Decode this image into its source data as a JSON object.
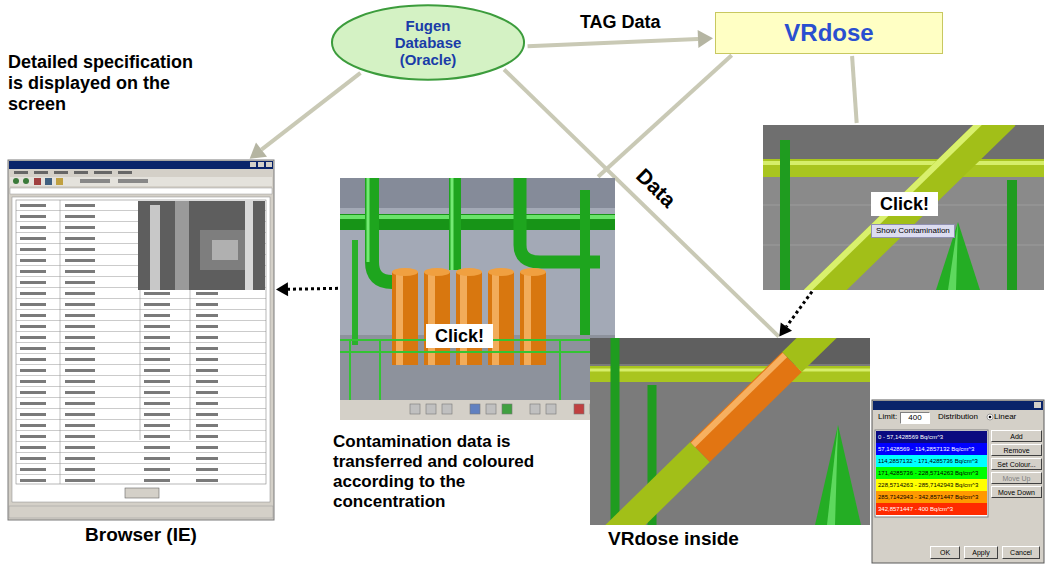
{
  "diagram": {
    "nodes": [
      {
        "text": [
          "Fugen Database (Oracle)"
        ]
      },
      {
        "text": [
          "VRdose"
        ]
      },
      {
        "text": [
          "Browser (IE)"
        ]
      },
      {
        "text": [
          "Click!"
        ]
      },
      {
        "text": [
          "Click!",
          "Show Contamination"
        ]
      },
      {
        "text": [
          "VRdose inside"
        ]
      },
      {
        "text": [
          "Limit:",
          "Distribution",
          "Linear"
        ]
      },
      {
        "text": [
          "400"
        ],
        "in": 6
      },
      {
        "text": [
          "Add"
        ],
        "in": 6
      },
      {
        "text": [
          "Remove"
        ],
        "in": 6
      },
      {
        "text": [
          "Set Colour..."
        ],
        "in": 6
      },
      {
        "text": [
          "Move Up"
        ],
        "in": 6
      },
      {
        "text": [
          "Move Down"
        ],
        "in": 6
      },
      {
        "text": [
          "OK"
        ],
        "in": 6
      },
      {
        "text": [
          "Apply"
        ],
        "in": 6
      },
      {
        "text": [
          "Cancel"
        ],
        "in": 6
      }
    ],
    "edges": [
      {
        "from": 0,
        "to": 1,
        "label": "TAG Data",
        "arrow": "to"
      },
      {
        "from": 0,
        "to": 2,
        "arrow": "to"
      },
      {
        "from": 0,
        "to": 5,
        "label": "Data",
        "arrow": "none"
      },
      {
        "from": 1,
        "to": 3,
        "arrow": "none"
      },
      {
        "from": 1,
        "to": 4,
        "arrow": "none"
      },
      {
        "from": 3,
        "to": 2,
        "arrow": "to"
      },
      {
        "from": 4,
        "to": 5,
        "arrow": "to"
      }
    ],
    "labels": [
      "Detailed specification is displayed on the screen",
      "Contamination data is transferred and coloured according to the concentration"
    ],
    "legend": [
      {
        "text": "0 - 57,1428569 Bq/cm^3",
        "color": "#0a0a80"
      },
      {
        "text": "57,1428569 - 114,2857132 Bq/cm^3",
        "color": "#0000ff"
      },
      {
        "text": "114,2857132 - 171,4285736 Bq/cm^3",
        "color": "#00ffff"
      },
      {
        "text": "171,4285736 - 228,5714263 Bq/cm^3",
        "color": "#00ff00"
      },
      {
        "text": "228,5714263 - 285,7142943 Bq/cm^3",
        "color": "#ffff00"
      },
      {
        "text": "285,7142943 - 342,8571447 Bq/cm^3",
        "color": "#ff9900"
      },
      {
        "text": "342,8571447 - 400 Bq/cm^3",
        "color": "#ff2a00"
      }
    ]
  }
}
